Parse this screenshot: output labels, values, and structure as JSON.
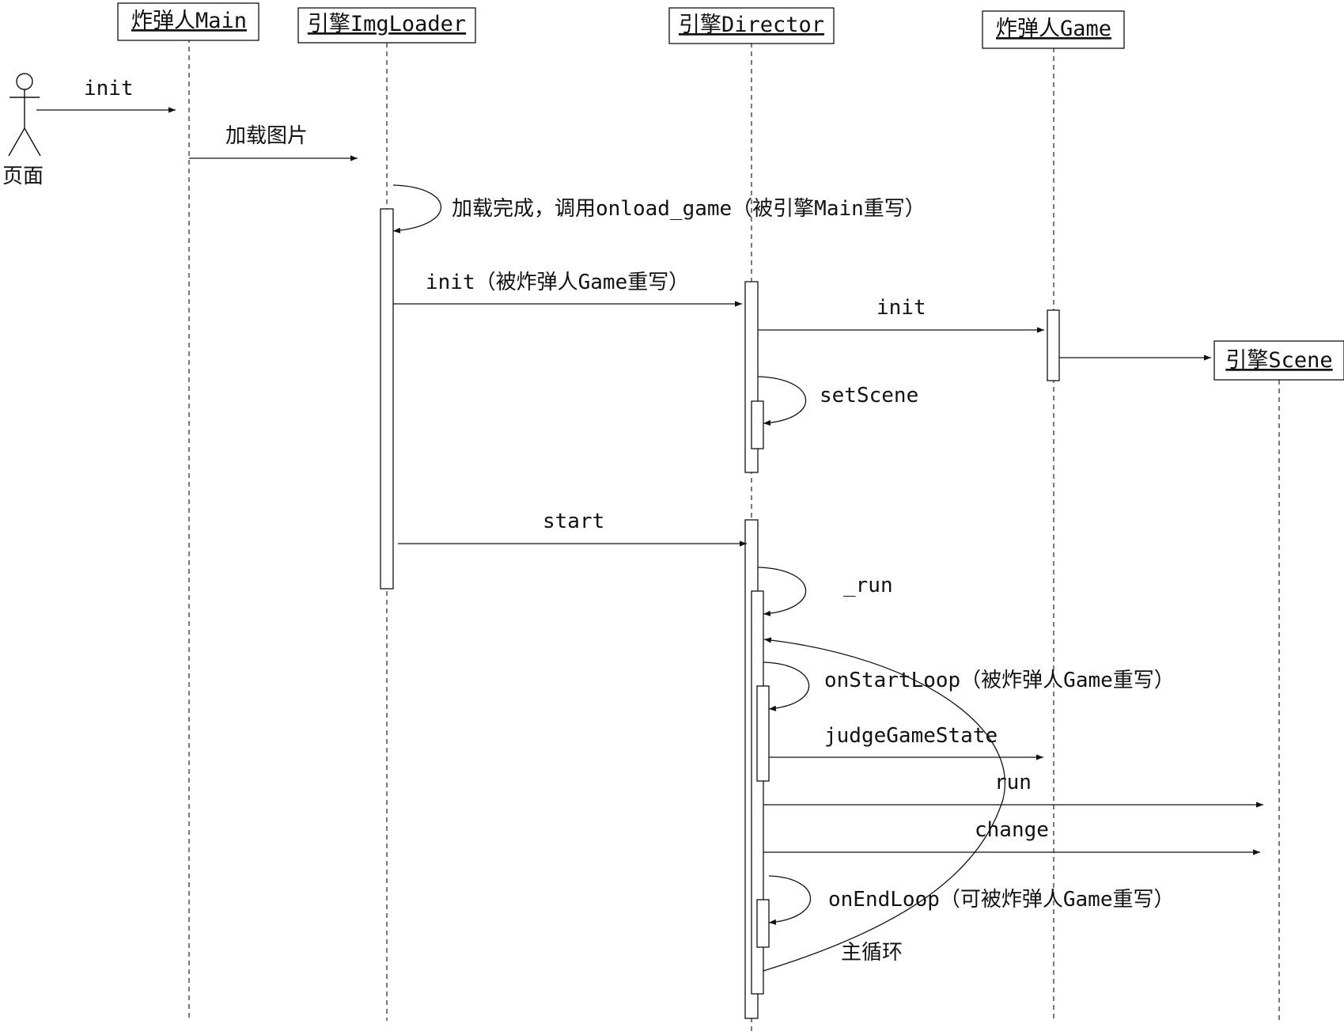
{
  "actor": {
    "name": "页面"
  },
  "participants": {
    "main": "炸弹人Main",
    "imgloader": "引擎ImgLoader",
    "director": "引擎Director",
    "game": "炸弹人Game",
    "scene": "引擎Scene"
  },
  "messages": {
    "init_main": "init",
    "load_images": "加载图片",
    "load_complete": "加载完成，调用onload_game（被引擎Main重写）",
    "init_director": "init（被炸弹人Game重写）",
    "init_game": "init",
    "set_scene": "setScene",
    "start": "start",
    "run_private": "_run",
    "on_start_loop": "onStartLoop（被炸弹人Game重写）",
    "judge_game_state": "judgeGameState",
    "run": "run",
    "change": "change",
    "on_end_loop": "onEndLoop（可被炸弹人Game重写）",
    "main_loop": "主循环"
  }
}
